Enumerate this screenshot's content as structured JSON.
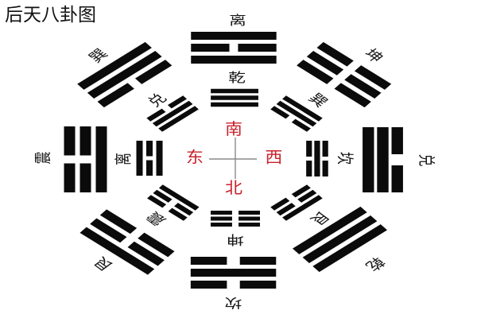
{
  "title": "后天八卦图",
  "diagram": {
    "compass": {
      "south": "南",
      "north": "北",
      "east": "东",
      "west": "西"
    },
    "outer_ring": [
      {
        "position": "top",
        "label": "离",
        "symbol": "☲",
        "lines": [
          "solid",
          "broken",
          "solid"
        ]
      },
      {
        "position": "top-right",
        "label": "坤",
        "symbol": "☷",
        "lines": [
          "broken",
          "broken",
          "broken"
        ]
      },
      {
        "position": "right",
        "label": "兑",
        "symbol": "☱",
        "lines": [
          "solid",
          "solid",
          "broken"
        ]
      },
      {
        "position": "bottom-right",
        "label": "乾",
        "symbol": "☰",
        "lines": [
          "solid",
          "solid",
          "solid"
        ]
      },
      {
        "position": "bottom",
        "label": "坎",
        "symbol": "☵",
        "lines": [
          "broken",
          "solid",
          "broken"
        ]
      },
      {
        "position": "bottom-left",
        "label": "艮",
        "symbol": "☶",
        "lines": [
          "broken",
          "broken",
          "solid"
        ]
      },
      {
        "position": "left",
        "label": "震",
        "symbol": "☳",
        "lines": [
          "solid",
          "broken",
          "broken"
        ]
      },
      {
        "position": "top-left",
        "label": "巽",
        "symbol": "☴",
        "lines": [
          "broken",
          "solid",
          "solid"
        ]
      }
    ],
    "inner_ring": [
      {
        "position": "top",
        "label": "乾",
        "symbol": "☰",
        "lines": [
          "solid",
          "solid",
          "solid"
        ]
      },
      {
        "position": "top-right",
        "label": "巽",
        "symbol": "☴",
        "lines": [
          "broken",
          "solid",
          "solid"
        ]
      },
      {
        "position": "right",
        "label": "坎",
        "symbol": "☵",
        "lines": [
          "broken",
          "solid",
          "broken"
        ]
      },
      {
        "position": "bottom-right",
        "label": "艮",
        "symbol": "☶",
        "lines": [
          "broken",
          "broken",
          "solid"
        ]
      },
      {
        "position": "bottom",
        "label": "坤",
        "symbol": "☷",
        "lines": [
          "broken",
          "broken",
          "broken"
        ]
      },
      {
        "position": "bottom-left",
        "label": "震",
        "symbol": "☳",
        "lines": [
          "solid",
          "broken",
          "broken"
        ]
      },
      {
        "position": "left",
        "label": "离",
        "symbol": "☲",
        "lines": [
          "solid",
          "broken",
          "solid"
        ]
      },
      {
        "position": "top-left",
        "label": "兑",
        "symbol": "☱",
        "lines": [
          "solid",
          "solid",
          "broken"
        ]
      }
    ],
    "colors": {
      "lines": "#0b0b0b",
      "compass_text": "#c8232c",
      "compass_cross": "#8a8a8a"
    }
  }
}
